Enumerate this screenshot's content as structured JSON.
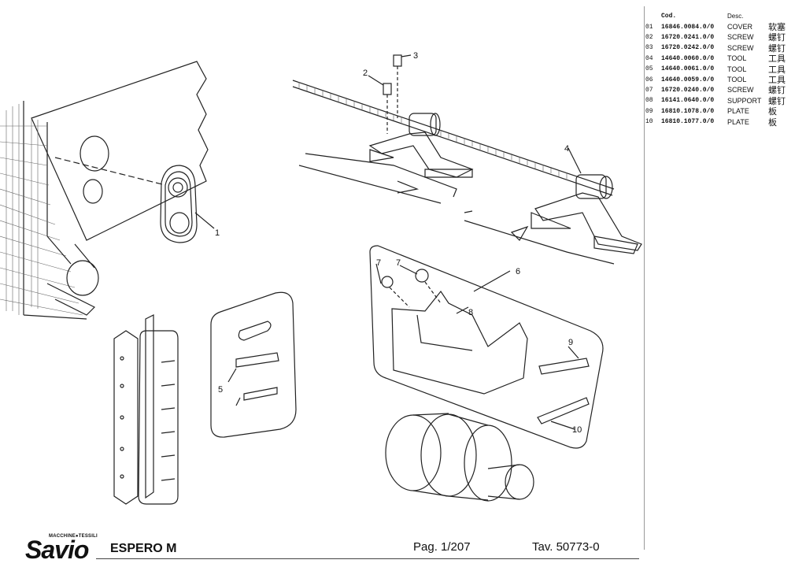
{
  "parts_table": {
    "header": {
      "num": "",
      "code": "Cod.",
      "desc": "Desc."
    },
    "rows": [
      {
        "num": "01",
        "code": "16846.0084.0/0",
        "desc": "COVER",
        "desc_cn": "软塞"
      },
      {
        "num": "02",
        "code": "16720.0241.0/0",
        "desc": "SCREW",
        "desc_cn": "螺钉"
      },
      {
        "num": "03",
        "code": "16720.0242.0/0",
        "desc": "SCREW",
        "desc_cn": "螺钉"
      },
      {
        "num": "04",
        "code": "14640.0060.0/0",
        "desc": "TOOL",
        "desc_cn": "工具"
      },
      {
        "num": "05",
        "code": "14640.0061.0/0",
        "desc": "TOOL",
        "desc_cn": "工具"
      },
      {
        "num": "06",
        "code": "14640.0059.0/0",
        "desc": "TOOL",
        "desc_cn": "工具"
      },
      {
        "num": "07",
        "code": "16720.0240.0/0",
        "desc": "SCREW",
        "desc_cn": "螺钉"
      },
      {
        "num": "08",
        "code": "16141.0640.0/0",
        "desc": "SUPPORT",
        "desc_cn": "螺钉"
      },
      {
        "num": "09",
        "code": "16810.1078.0/0",
        "desc": "PLATE",
        "desc_cn": "板"
      },
      {
        "num": "10",
        "code": "16810.1077.0/0",
        "desc": "PLATE",
        "desc_cn": "板"
      }
    ]
  },
  "callouts": [
    "1",
    "2",
    "3",
    "4",
    "5",
    "6",
    "7",
    "7",
    "8",
    "9",
    "10"
  ],
  "footer": {
    "brand_sub": "MACCHINE●TESSILI",
    "brand": "Savio",
    "model": "ESPERO M",
    "page": "Pag. 1/207",
    "table": "Tav. 50773-0"
  }
}
